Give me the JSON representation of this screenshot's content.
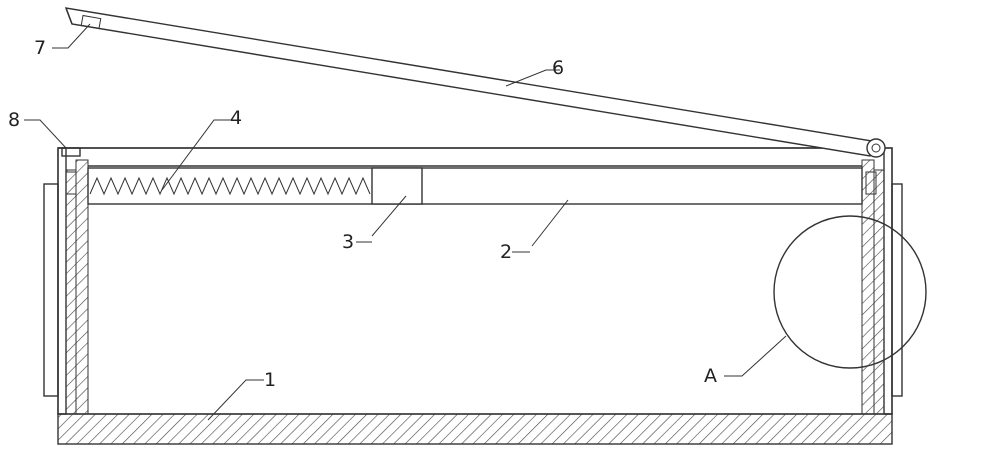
{
  "labels": {
    "l1": "1",
    "l2": "2",
    "l3": "3",
    "l4": "4",
    "l6": "6",
    "l7": "7",
    "l8": "8",
    "lA": "A"
  },
  "colors": {
    "stroke": "#333333",
    "hatch": "#444444",
    "background": "#ffffff"
  }
}
